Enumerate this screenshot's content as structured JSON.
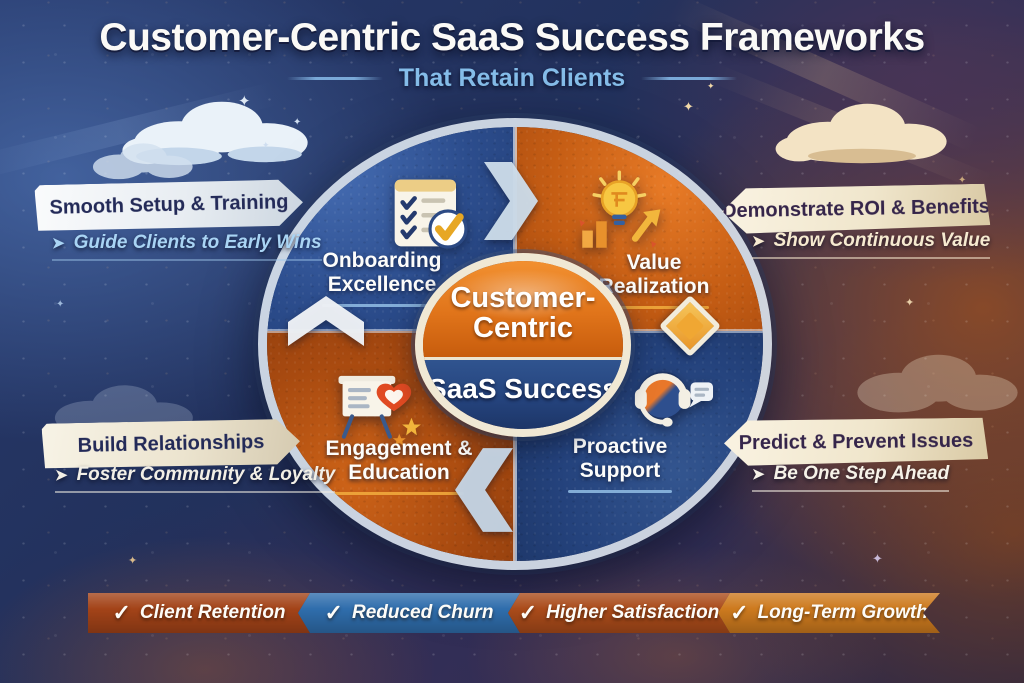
{
  "header": {
    "title": "Customer-Centric SaaS Success Frameworks",
    "subtitle": "That Retain Clients"
  },
  "wheel": {
    "center": {
      "line1": "Customer-",
      "line2": "Centric",
      "line3": "SaaS Success"
    },
    "quadrants": [
      {
        "label": "Onboarding Excellence",
        "icon": "checklist-icon",
        "color": "#2e4f8e",
        "underline": "#8db8e0"
      },
      {
        "label": "Value Realization",
        "icon": "lightbulb-growth-icon",
        "color": "#c85f16",
        "underline": "#f0a83c"
      },
      {
        "label": "Engagement & Education",
        "icon": "presentation-heart-icon",
        "color": "#b45014",
        "underline": "#f0a83c"
      },
      {
        "label": "Proactive Support",
        "icon": "headset-support-icon",
        "color": "#29477f",
        "underline": "#8db8e0"
      }
    ]
  },
  "callouts": [
    {
      "position": "top-left",
      "title": "Smooth Setup & Training",
      "subtitle": "Guide Clients to Early Wins"
    },
    {
      "position": "top-right",
      "title": "Demonstrate ROI & Benefits",
      "subtitle": "Show Continuous Value"
    },
    {
      "position": "bottom-left",
      "title": "Build Relationships",
      "subtitle": "Foster Community & Loyalty"
    },
    {
      "position": "bottom-right",
      "title": "Predict & Prevent Issues",
      "subtitle": "Be One Step Ahead"
    }
  ],
  "glyphs": {
    "arrow": "➤",
    "check": "✓"
  },
  "footer_banner": {
    "items": [
      {
        "label": "Client Retention",
        "color": "#a34318"
      },
      {
        "label": "Reduced Churn",
        "color": "#2f6dac"
      },
      {
        "label": "Higher Satisfaction",
        "color": "#aa4b1a"
      },
      {
        "label": "Long-Term Growth",
        "color": "#cd7a1e"
      }
    ]
  },
  "colors": {
    "accent_orange": "#d96a1a",
    "accent_blue": "#2e4f8e",
    "ribbon_blue_white": "#eef2f5",
    "ribbon_cream": "#f2e8d0",
    "header_subtitle_blue": "#85bde9",
    "background_navy": "#22315c",
    "background_rust": "#96502a"
  }
}
